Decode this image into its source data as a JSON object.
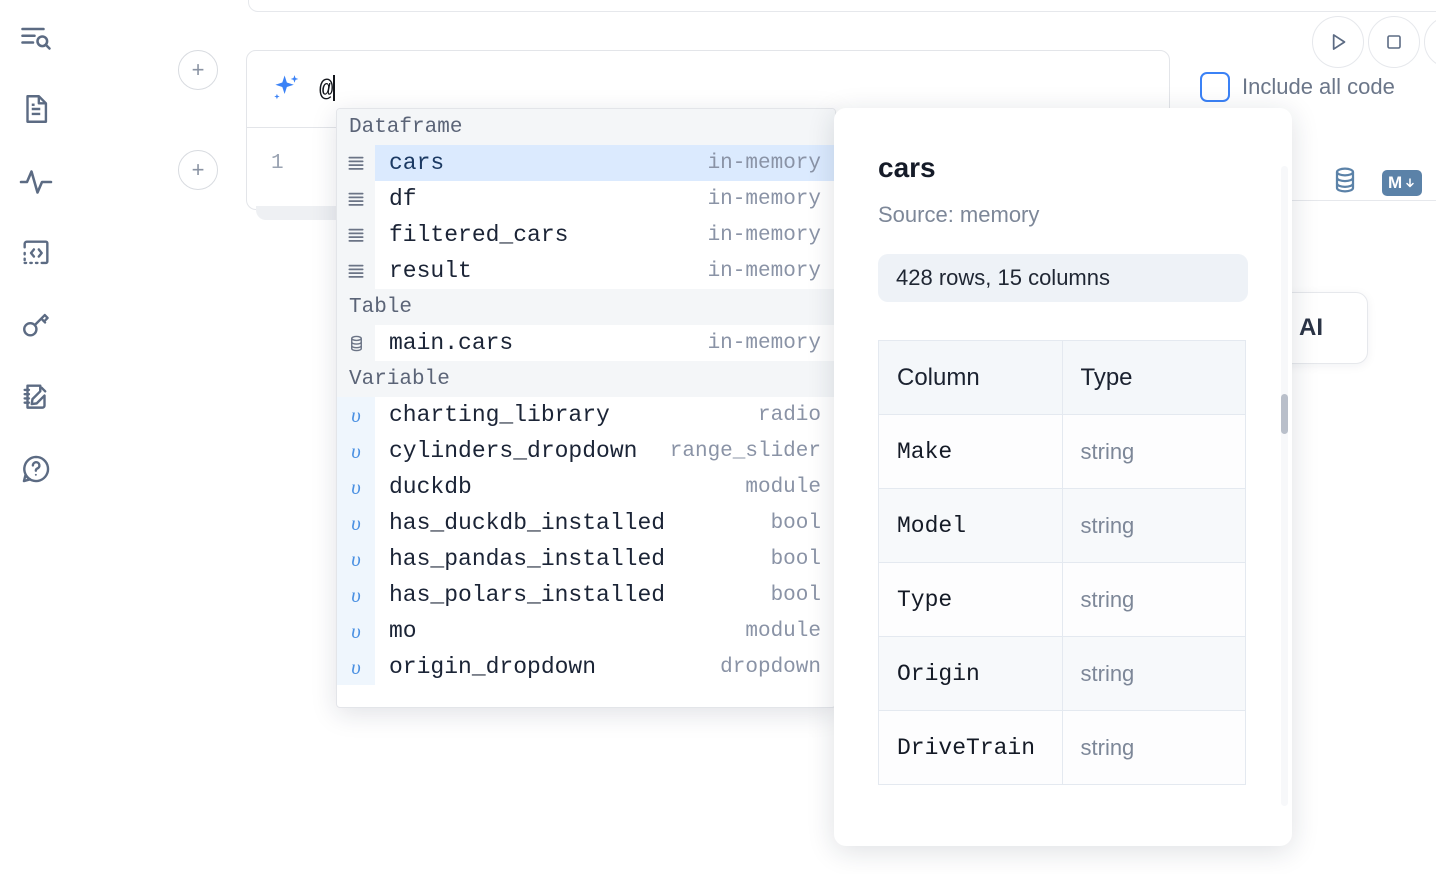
{
  "sidebar": {
    "items": [
      {
        "name": "explore-outline-icon",
        "label": "Outline"
      },
      {
        "name": "file-text-icon",
        "label": "Notebook file"
      },
      {
        "name": "activity-icon",
        "label": "Activity"
      },
      {
        "name": "code-snippet-icon",
        "label": "Snippets"
      },
      {
        "name": "key-icon",
        "label": "Secrets"
      },
      {
        "name": "notebook-edit-icon",
        "label": "Scratchpad"
      },
      {
        "name": "help-chat-icon",
        "label": "Help"
      }
    ]
  },
  "toolbar": {
    "run_label": "Run",
    "stop_label": "Stop",
    "more_label": "More",
    "include_all_code_label": "Include all code",
    "include_all_code_checked": false,
    "accent_color": "#3b82f6"
  },
  "cell": {
    "add_button_label": "+",
    "line_number": "1",
    "ai_prompt_value": "@",
    "ai_icon": "sparkles-icon",
    "database_icon": "database-icon",
    "markdown_badge": "M",
    "ai_card_label": "AI"
  },
  "autocomplete": {
    "groups": [
      {
        "section": "Dataframe",
        "icon": "dataframe-rows-icon",
        "kind": "dataframe",
        "items": [
          {
            "name": "cars",
            "type": "in-memory",
            "selected": true
          },
          {
            "name": "df",
            "type": "in-memory",
            "selected": false
          },
          {
            "name": "filtered_cars",
            "type": "in-memory",
            "selected": false
          },
          {
            "name": "result",
            "type": "in-memory",
            "selected": false
          }
        ]
      },
      {
        "section": "Table",
        "icon": "database-icon",
        "kind": "table",
        "items": [
          {
            "name": "main.cars",
            "type": "in-memory",
            "selected": false
          }
        ]
      },
      {
        "section": "Variable",
        "icon": "variable-icon",
        "kind": "variable",
        "items": [
          {
            "name": "charting_library",
            "type": "radio",
            "selected": false
          },
          {
            "name": "cylinders_dropdown",
            "type": "range_slider",
            "selected": false
          },
          {
            "name": "duckdb",
            "type": "module",
            "selected": false
          },
          {
            "name": "has_duckdb_installed",
            "type": "bool",
            "selected": false
          },
          {
            "name": "has_pandas_installed",
            "type": "bool",
            "selected": false
          },
          {
            "name": "has_polars_installed",
            "type": "bool",
            "selected": false
          },
          {
            "name": "mo",
            "type": "module",
            "selected": false
          },
          {
            "name": "origin_dropdown",
            "type": "dropdown",
            "selected": false
          }
        ]
      }
    ]
  },
  "preview": {
    "title": "cars",
    "source": "Source: memory",
    "shape": "428 rows, 15 columns",
    "columns_header": "Column",
    "type_header": "Type",
    "rows": [
      {
        "column": "Make",
        "type": "string"
      },
      {
        "column": "Model",
        "type": "string"
      },
      {
        "column": "Type",
        "type": "string"
      },
      {
        "column": "Origin",
        "type": "string"
      },
      {
        "column": "DriveTrain",
        "type": "string"
      }
    ]
  }
}
